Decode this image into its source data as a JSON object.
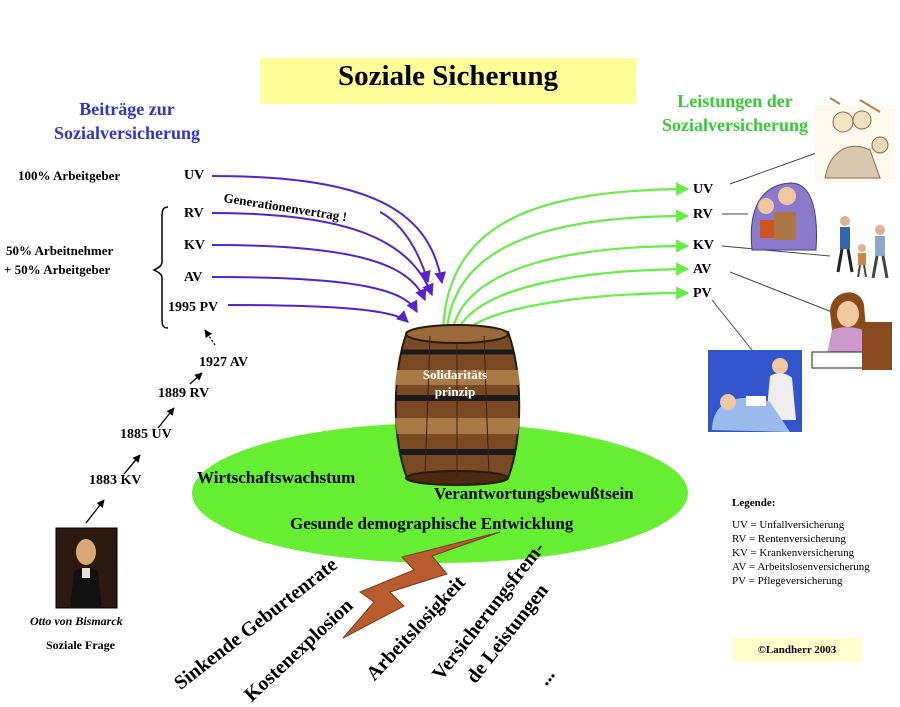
{
  "title": "Soziale Sicherung",
  "contributions_heading": [
    "Beiträge zur",
    "Sozialversicherung"
  ],
  "benefits_heading": [
    "Leistungen der",
    "Sozialversicherung"
  ],
  "employer_full": "100% Arbeitgeber",
  "split_contribution": [
    "50% Arbeitnehmer",
    "+  50% Arbeitgeber"
  ],
  "left_insurances": [
    "UV",
    "RV",
    "KV",
    "AV",
    "1995 PV"
  ],
  "right_insurances": [
    "UV",
    "RV",
    "KV",
    "AV",
    "PV"
  ],
  "generation_contract": "Generationenvertrag !",
  "history_steps": [
    "1883 KV",
    "1885 UV",
    "1889 RV",
    "1927 AV"
  ],
  "bismarck": {
    "name": "Otto von Bismarck",
    "caption": "Soziale Frage"
  },
  "barrel_label": [
    "Solidaritäts",
    "prinzip"
  ],
  "foundation": {
    "growth": "Wirtschaftswachstum",
    "responsibility": "Verantwortungsbewußtsein",
    "demography": "Gesunde demographische Entwicklung"
  },
  "threats": [
    "Sinkende Geburtenrate",
    "Kostenexplosion",
    "Arbeitslosigkeit",
    "Versicherungsfrem-",
    "de Leistungen",
    "..."
  ],
  "legend": {
    "title": "Legende:",
    "entries": [
      "UV = Unfallversicherung",
      "RV = Rentenversicherung",
      "KV = Krankenversicherung",
      "AV = Arbeitslosenversicherung",
      "PV  =  Pflegeversicherung"
    ]
  },
  "copyright": "©Landherr 2003",
  "colors": {
    "title_bg": "#ffff99",
    "contributions": "#3333cc",
    "benefits": "#33cc33",
    "foundation_ellipse": "#66ee33",
    "lightning": "#b85c2e",
    "blue_arrows": "#5522cc",
    "green_arrows": "#66ee44"
  },
  "icons": [
    "barrel-icon",
    "lightning-icon",
    "bismarck-portrait-icon",
    "family-clipart-icon",
    "grandparents-clipart-icon",
    "walking-family-clipart-icon",
    "phone-woman-clipart-icon",
    "nurse-patient-clipart-icon"
  ]
}
